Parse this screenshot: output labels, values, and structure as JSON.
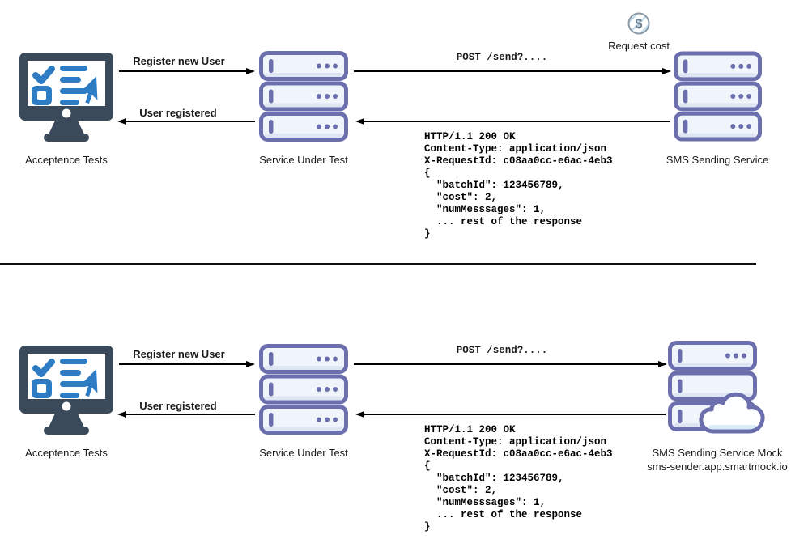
{
  "colors": {
    "node_stroke": "#6b6fae",
    "node_fill": "#f0f4fb",
    "node_band": "#dfe6f3",
    "monitor_dark": "#3a4a5a",
    "icon_blue": "#2e7cc3",
    "arrow": "#000000",
    "coin_ring": "#8a98a5",
    "coin_hatch": "#bcd9ec",
    "coin_dollar": "#6b7f93",
    "cloud_base": "#d9edf9"
  },
  "scenarios": [
    {
      "id": "real-service",
      "client_label": "Acceptence Tests",
      "service_label": "Service Under Test",
      "remote_label": "SMS Sending Service",
      "cost_label": "Request cost",
      "msg_register": "Register new User",
      "msg_registered": "User registered",
      "msg_post": "POST /send?....",
      "response": "HTTP/1.1 200 OK\nContent-Type: application/json\nX-RequestId: c08aa0cc-e6ac-4eb3\n{\n  \"batchId\": 123456789,\n  \"cost\": 2,\n  \"numMesssages\": 1,\n  ... rest of the response\n}"
    },
    {
      "id": "mock-service",
      "client_label": "Acceptence Tests",
      "service_label": "Service Under Test",
      "remote_label": "SMS Sending Service Mock",
      "remote_subtitle": "sms-sender.app.smartmock.io",
      "msg_register": "Register new User",
      "msg_registered": "User registered",
      "msg_post": "POST /send?....",
      "response": "HTTP/1.1 200 OK\nContent-Type: application/json\nX-RequestId: c08aa0cc-e6ac-4eb3\n{\n  \"batchId\": 123456789,\n  \"cost\": 2,\n  \"numMesssages\": 1,\n  ... rest of the response\n}"
    }
  ]
}
